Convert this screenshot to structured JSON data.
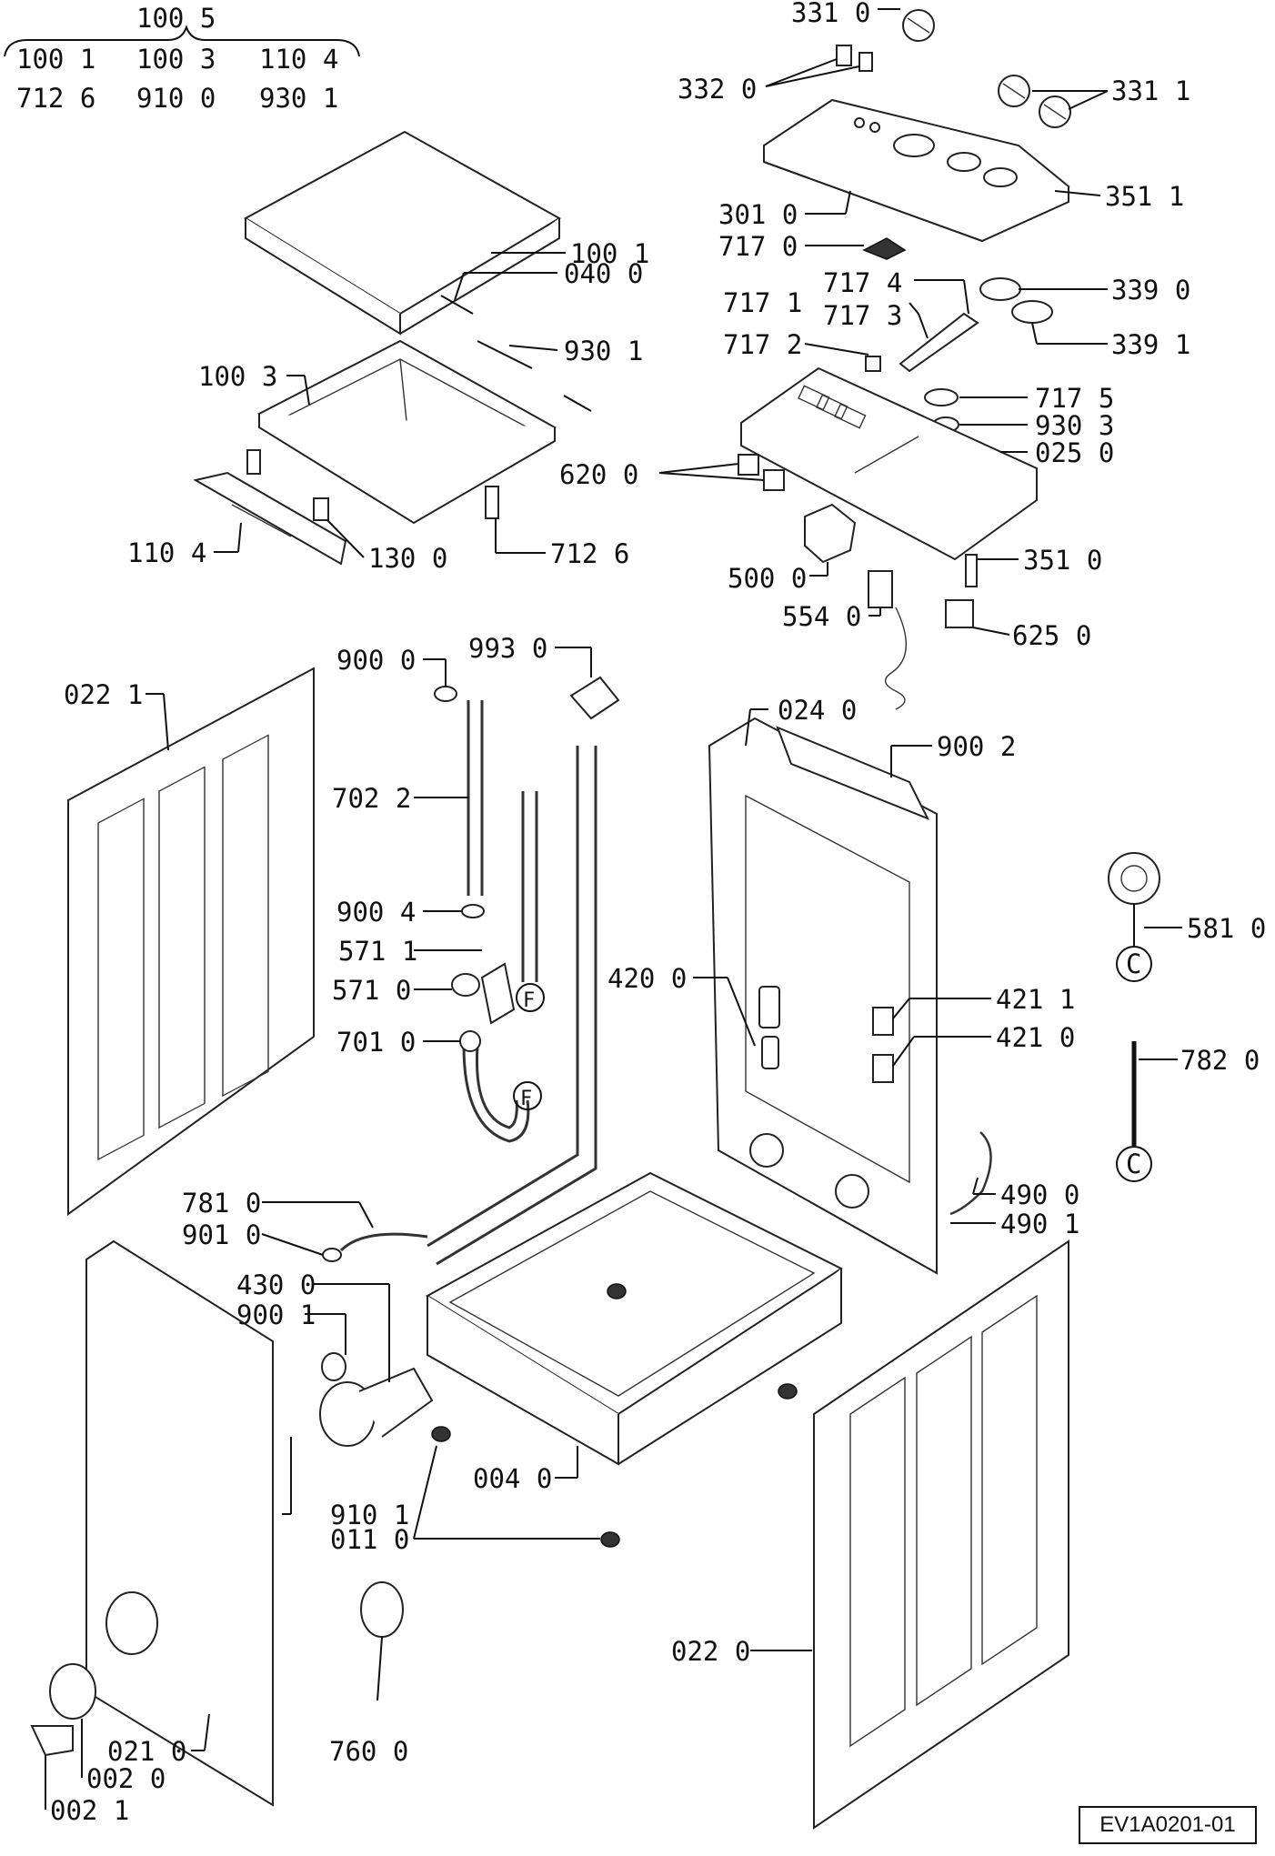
{
  "diagram_ref": "EV1A0201-01",
  "bracket_top": "100 5",
  "bracket_rows": [
    [
      "100 1",
      "100 3",
      "110 4"
    ],
    [
      "712 6",
      "910 0",
      "930 1"
    ]
  ],
  "callouts": [
    "331 0",
    "332 0",
    "331 1",
    "351 1",
    "301 0",
    "717 0",
    "717 1",
    "717 4",
    "717 3",
    "339 0",
    "339 1",
    "717 2",
    "717 5",
    "930 3",
    "025 0",
    "620 0",
    "500 0",
    "351 0",
    "554 0",
    "625 0",
    "100 1",
    "040 0",
    "930 1",
    "100 3",
    "110 4",
    "130 0",
    "712 6",
    "022 1",
    "900 0",
    "993 0",
    "702 2",
    "900 4",
    "571 1",
    "571 0",
    "701 0",
    "420 0",
    "024 0",
    "900 2",
    "581 0",
    "421 1",
    "421 0",
    "782 0",
    "490 0",
    "490 1",
    "781 0",
    "901 0",
    "430 0",
    "900 1",
    "004 0",
    "910 1",
    "011 0",
    "022 0",
    "021 0",
    "760 0",
    "002 0",
    "002 1"
  ],
  "connectors": [
    "C",
    "C",
    "F",
    "F"
  ]
}
